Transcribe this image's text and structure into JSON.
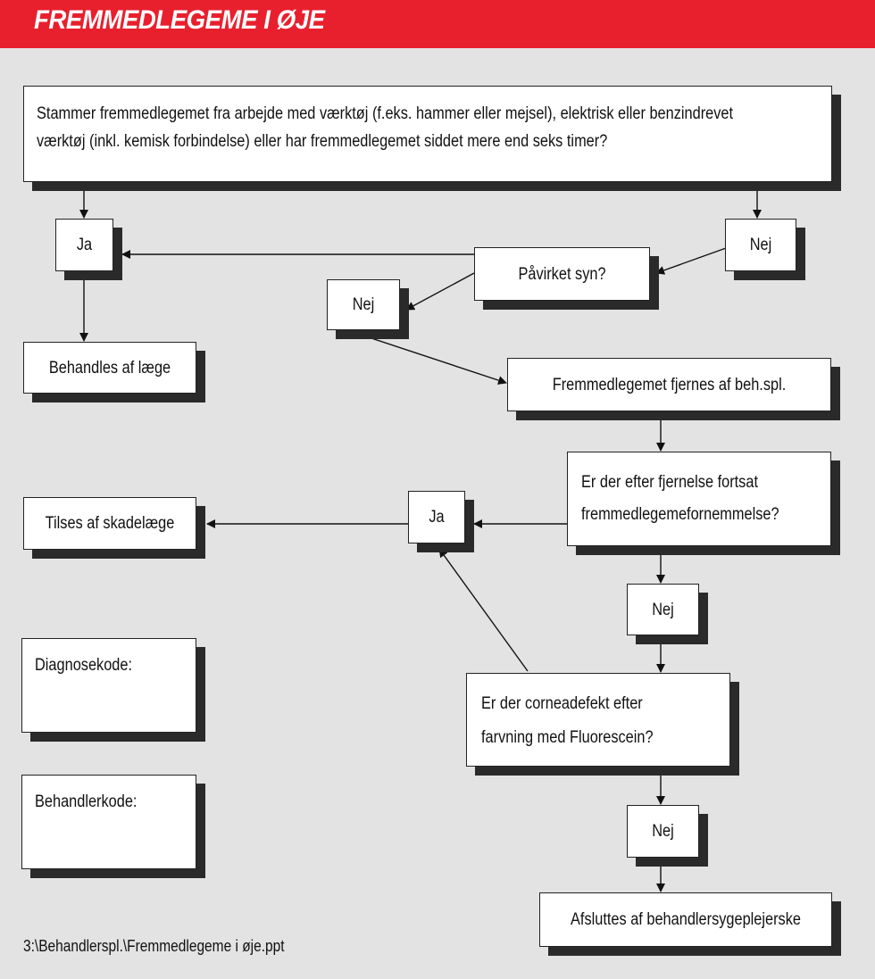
{
  "header": {
    "title": "FREMMEDLEGEME I ØJE"
  },
  "nodes": {
    "q1": {
      "line1": "Stammer fremmedlegemet fra arbejde med værktøj (f.eks. hammer eller mejsel), elektrisk eller benzindrevet",
      "line2": "værktøj (inkl. kemisk forbindelse) eller har fremmedlegemet siddet mere end seks timer?"
    },
    "ja1": "Ja",
    "nej1": "Nej",
    "pavirket": "Påvirket syn?",
    "nej2": "Nej",
    "behandles": "Behandles af læge",
    "fjernes": "Fremmedlegemet fjernes af beh.spl.",
    "q2": {
      "line1": "Er der efter fjernelse fortsat",
      "line2": "fremmedlegemefornemmelse?"
    },
    "ja2": "Ja",
    "tilses": "Tilses af skadelæge",
    "nej3": "Nej",
    "q3": {
      "line1": "Er der corneadefekt efter",
      "line2": "farvning med Fluorescein?"
    },
    "nej4": "Nej",
    "afsluttes": "Afsluttes af behandlersygeplejerske",
    "diagnose": "Diagnosekode:",
    "behandler": "Behandlerkode:"
  },
  "footer": {
    "path": "3:\\Behandlerspl.\\Fremmedlegeme i øje.ppt"
  },
  "colors": {
    "header_bg": "#e8202e",
    "header_text": "#ffffff",
    "background": "#e3e3e3",
    "box_shadow": "#2a2a2a"
  }
}
